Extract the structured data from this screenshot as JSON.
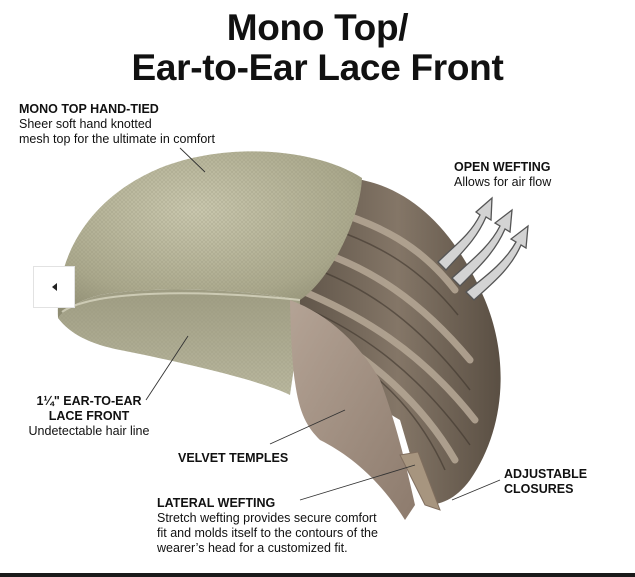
{
  "title": {
    "line1": "Mono Top/",
    "line2": "Ear-to-Ear Lace Front"
  },
  "labels": {
    "mono_top": {
      "heading": "MONO TOP HAND-TIED",
      "desc1": "Sheer soft hand knotted",
      "desc2": "mesh top for the ultimate in comfort"
    },
    "open_wefting": {
      "heading": "OPEN WEFTING",
      "desc1": "Allows for air flow"
    },
    "lace_front": {
      "heading1": "1¼\" EAR-TO-EAR",
      "heading2": "LACE FRONT",
      "desc1": "Undetectable hair line"
    },
    "velvet_temples": {
      "heading": "VELVET TEMPLES"
    },
    "adjustable_closures": {
      "heading1": "ADJUSTABLE",
      "heading2": "CLOSURES"
    },
    "lateral_wefting": {
      "heading": "LATERAL WEFTING",
      "desc1": "Stretch wefting provides secure comfort",
      "desc2": "fit and molds itself to the contours of the",
      "desc3": "wearer’s head for a customized fit."
    }
  },
  "colors": {
    "mesh": "#a9a78a",
    "mesh_light": "#c8c6ad",
    "weft": "#6e6254",
    "weft_light": "#a99a88",
    "velvet": "#a08e80",
    "arrow": "#c9c9c9"
  },
  "nav": {
    "icon": "chevron-left-icon"
  }
}
